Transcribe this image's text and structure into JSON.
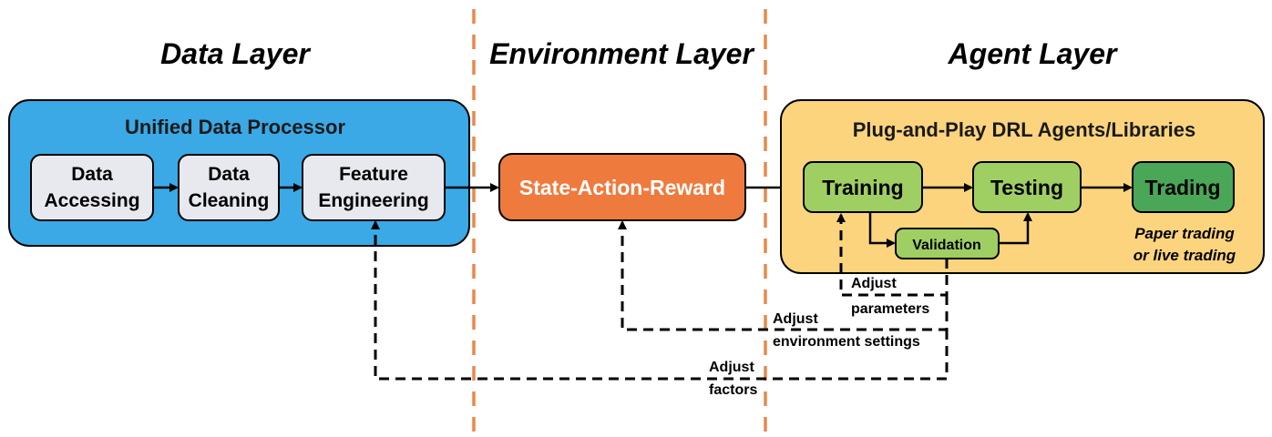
{
  "layers": {
    "data": "Data Layer",
    "environment": "Environment Layer",
    "agent": "Agent Layer"
  },
  "data_processor": {
    "title": "Unified Data Processor",
    "steps": [
      {
        "line1": "Data",
        "line2": "Accessing"
      },
      {
        "line1": "Data",
        "line2": "Cleaning"
      },
      {
        "line1": "Feature",
        "line2": "Engineering"
      }
    ]
  },
  "environment": {
    "node": "State-Action-Reward"
  },
  "agents": {
    "title": "Plug-and-Play DRL Agents/Libraries",
    "training": "Training",
    "testing": "Testing",
    "trading": "Trading",
    "validation": "Validation",
    "note_line1": "Paper trading",
    "note_line2": "or live trading"
  },
  "feedback": {
    "parameters": {
      "line1": "Adjust",
      "line2": "parameters"
    },
    "environment": {
      "line1": "Adjust",
      "line2": "environment settings"
    },
    "factors": {
      "line1": "Adjust",
      "line2": "factors"
    }
  },
  "colors": {
    "data_box": "#3aa9e6",
    "data_step": "#e8e9ee",
    "env_node": "#ef7a3e",
    "agent_box": "#fcd47e",
    "agent_node": "#9fcf63",
    "trading_node": "#4aa758",
    "divider": "#e8894a"
  }
}
